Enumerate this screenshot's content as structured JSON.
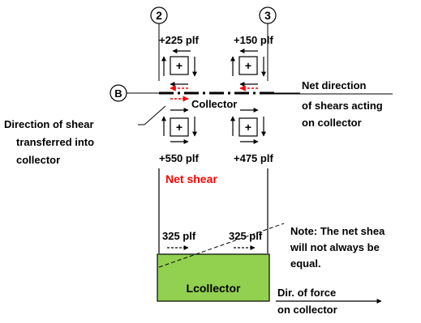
{
  "grid_lines": {
    "col_2": "2",
    "col_3": "3",
    "row_b": "B"
  },
  "shears_top": {
    "left": "+225 plf",
    "right": "+150 plf"
  },
  "shears_bottom": {
    "left": "+550 plf",
    "right": "+475 plf"
  },
  "collector_label": "Collector",
  "net_shear_label": "Net shear",
  "net_shears": {
    "left": "325 plf",
    "right": "325 plf"
  },
  "element_symbol": "+",
  "callouts": {
    "net_direction": [
      "Net direction",
      "of shears acting",
      "on collector"
    ],
    "shear_transfer": [
      "Direction of shear",
      "transferred into",
      "collector"
    ],
    "note": [
      "Note: The net shea",
      "will not always be",
      "equal."
    ],
    "force_direction": [
      "Dir. of force",
      "on collector"
    ]
  },
  "lcollector_label": "Lcollector",
  "colors": {
    "red": "#ff0000",
    "green_fill": "#92d050",
    "black": "#000000"
  }
}
